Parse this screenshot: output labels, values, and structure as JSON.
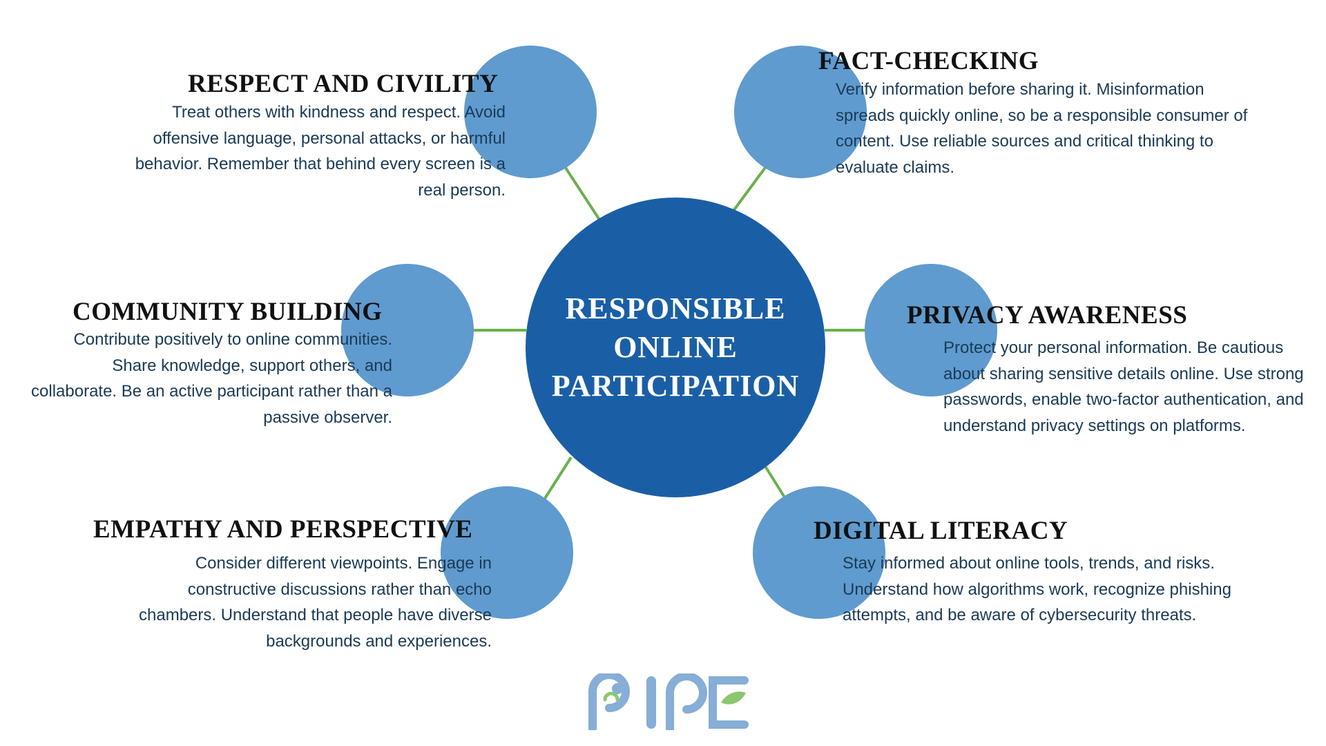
{
  "diagram": {
    "center_title": "RESPONSIBLE ONLINE PARTICIPATION",
    "nodes": [
      {
        "id": "respect",
        "title": "RESPECT AND CIVILITY",
        "description": "Treat others with kindness and respect. Avoid offensive language, personal attacks, or harmful behavior. Remember that behind every screen is a real person."
      },
      {
        "id": "fact-checking",
        "title": "FACT-CHECKING",
        "description": "Verify information before sharing it. Misinformation spreads quickly online, so be a responsible consumer of content. Use reliable sources and critical thinking to evaluate claims."
      },
      {
        "id": "community",
        "title": "COMMUNITY BUILDING",
        "description": "Contribute positively to online communities. Share knowledge, support others, and collaborate. Be an active participant rather than a passive observer."
      },
      {
        "id": "privacy",
        "title": "PRIVACY AWARENESS",
        "description": "Protect your personal information. Be cautious about sharing sensitive details online. Use strong passwords, enable two-factor authentication, and understand privacy settings on platforms."
      },
      {
        "id": "empathy",
        "title": "EMPATHY AND PERSPECTIVE",
        "description": "Consider different viewpoints. Engage in constructive discussions rather than echo chambers. Understand that people have diverse backgrounds and experiences."
      },
      {
        "id": "digital-literacy",
        "title": "DIGITAL LITERACY",
        "description": "Stay informed about online tools, trends, and risks. Understand how algorithms work, recognize phishing attempts, and be aware of cybersecurity threats."
      }
    ],
    "logo": "PIPE"
  },
  "colors": {
    "center": "#1a5fa6",
    "satellite": "#5f9bcf",
    "connector": "#6ab04c",
    "logo_blue": "#86aed6",
    "logo_green": "#8cc66f"
  },
  "icons": {
    "logo": "pipe-logo-icon"
  }
}
